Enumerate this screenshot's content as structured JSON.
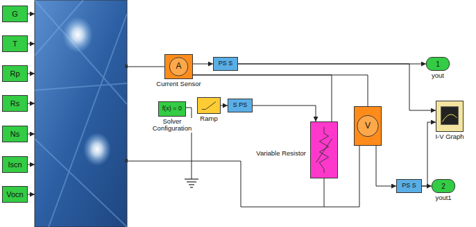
{
  "diagram": {
    "nodes": [
      {
        "text": [
          "G"
        ]
      },
      {
        "text": [
          "T"
        ]
      },
      {
        "text": [
          "Rp"
        ]
      },
      {
        "text": [
          "Rs"
        ]
      },
      {
        "text": [
          "Ns"
        ]
      },
      {
        "text": [
          "Iscn"
        ]
      },
      {
        "text": [
          "Vocn"
        ]
      },
      {
        "text": [
          "A",
          "Current Sensor"
        ]
      },
      {
        "text": [
          "PS S"
        ]
      },
      {
        "text": [
          "1",
          "yout"
        ]
      },
      {
        "text": [
          "Ramp"
        ]
      },
      {
        "text": [
          "S PS"
        ]
      },
      {
        "text": [
          "f(x) = 0",
          "Solver Configuration"
        ]
      },
      {
        "text": [
          "Variable Resistor"
        ]
      },
      {
        "text": [
          "V"
        ]
      },
      {
        "text": [
          "I-V Graph"
        ]
      },
      {
        "text": [
          "PS S"
        ]
      },
      {
        "text": [
          "2",
          "yout1"
        ]
      }
    ],
    "edges": [
      {
        "from": 7,
        "to": 8,
        "arrow": "to"
      },
      {
        "from": 8,
        "to": 9,
        "arrow": "to"
      },
      {
        "from": 8,
        "to": 15,
        "arrow": "to"
      },
      {
        "from": 10,
        "to": 11,
        "arrow": "to"
      },
      {
        "from": 11,
        "to": 13,
        "arrow": "to"
      },
      {
        "from": 7,
        "to": 13,
        "arrow": "none"
      },
      {
        "from": 7,
        "to": 14,
        "arrow": "none"
      },
      {
        "from": 13,
        "to": 14,
        "arrow": "none"
      },
      {
        "from": 14,
        "to": 16,
        "arrow": "to"
      },
      {
        "from": 16,
        "to": 17,
        "arrow": "to"
      },
      {
        "from": 16,
        "to": 15,
        "arrow": "to"
      }
    ]
  }
}
